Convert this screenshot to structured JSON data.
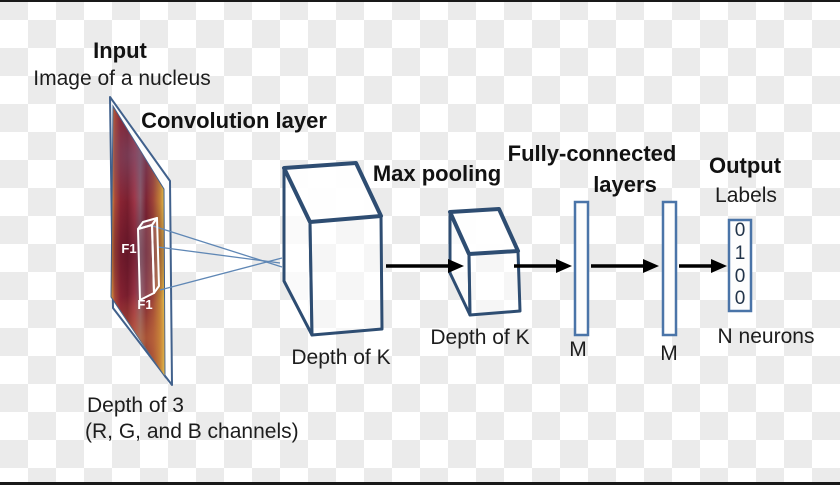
{
  "header": {
    "input_title": "Input",
    "input_subtitle": "Image of a nucleus"
  },
  "input_image": {
    "filter_label_top": "F1",
    "filter_label_bottom": "F1",
    "depth_line1": "Depth of 3",
    "depth_line2": "(R, G, and B channels)"
  },
  "layers": {
    "conv": {
      "title": "Convolution layer",
      "depth_label": "Depth of K"
    },
    "pool": {
      "title": "Max pooling",
      "depth_label": "Depth of K"
    },
    "fc": {
      "title_line1": "Fully-connected",
      "title_line2": "layers",
      "fc1_label": "M",
      "fc2_label": "M"
    },
    "output": {
      "title": "Output",
      "subtitle": "Labels",
      "digits": [
        "0",
        "1",
        "0",
        "0"
      ],
      "neurons_label": "N neurons"
    }
  },
  "colors": {
    "cuboid_outline": "#2e4d72",
    "fc_outline": "#4a74a8",
    "arrow": "#000000",
    "field_lines": "#5f87b5",
    "slab_edge_yellow": "#eac84e",
    "slab_core_maroon": "#7c1f2e",
    "checker_light": "#ffffff",
    "checker_shade": "#ebebeb",
    "edge_strip": "#191919"
  }
}
